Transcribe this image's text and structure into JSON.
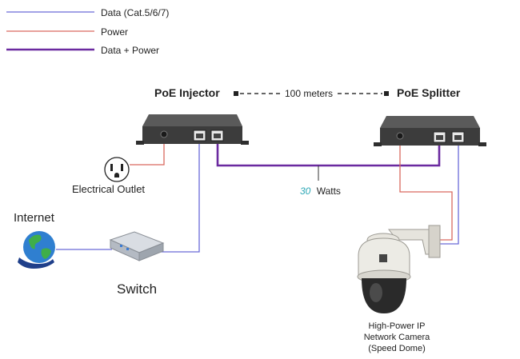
{
  "legend": {
    "items": [
      {
        "label": "Data (Cat.5/6/7)",
        "color": "#6a6ad8"
      },
      {
        "label": "Power",
        "color": "#d9695f"
      },
      {
        "label": "Data + Power",
        "color": "#6b2aa0"
      }
    ]
  },
  "devices": {
    "injector_label": "PoE Injector",
    "splitter_label": "PoE Splitter",
    "distance_label": "100 meters",
    "outlet_label": "Electrical Outlet",
    "internet_label": "Internet",
    "switch_label": "Switch",
    "camera_label_lines": [
      "High-Power IP",
      "Network Camera",
      "(Speed Dome)"
    ]
  },
  "power": {
    "watts_value": "30",
    "watts_unit": "Watts",
    "value_color": "#2aa6b5"
  },
  "colors": {
    "device_body": "#3c3c3c",
    "device_top": "#5a5a5a",
    "globe": "#2f7fd0",
    "switch_body": "#c9ced6"
  }
}
